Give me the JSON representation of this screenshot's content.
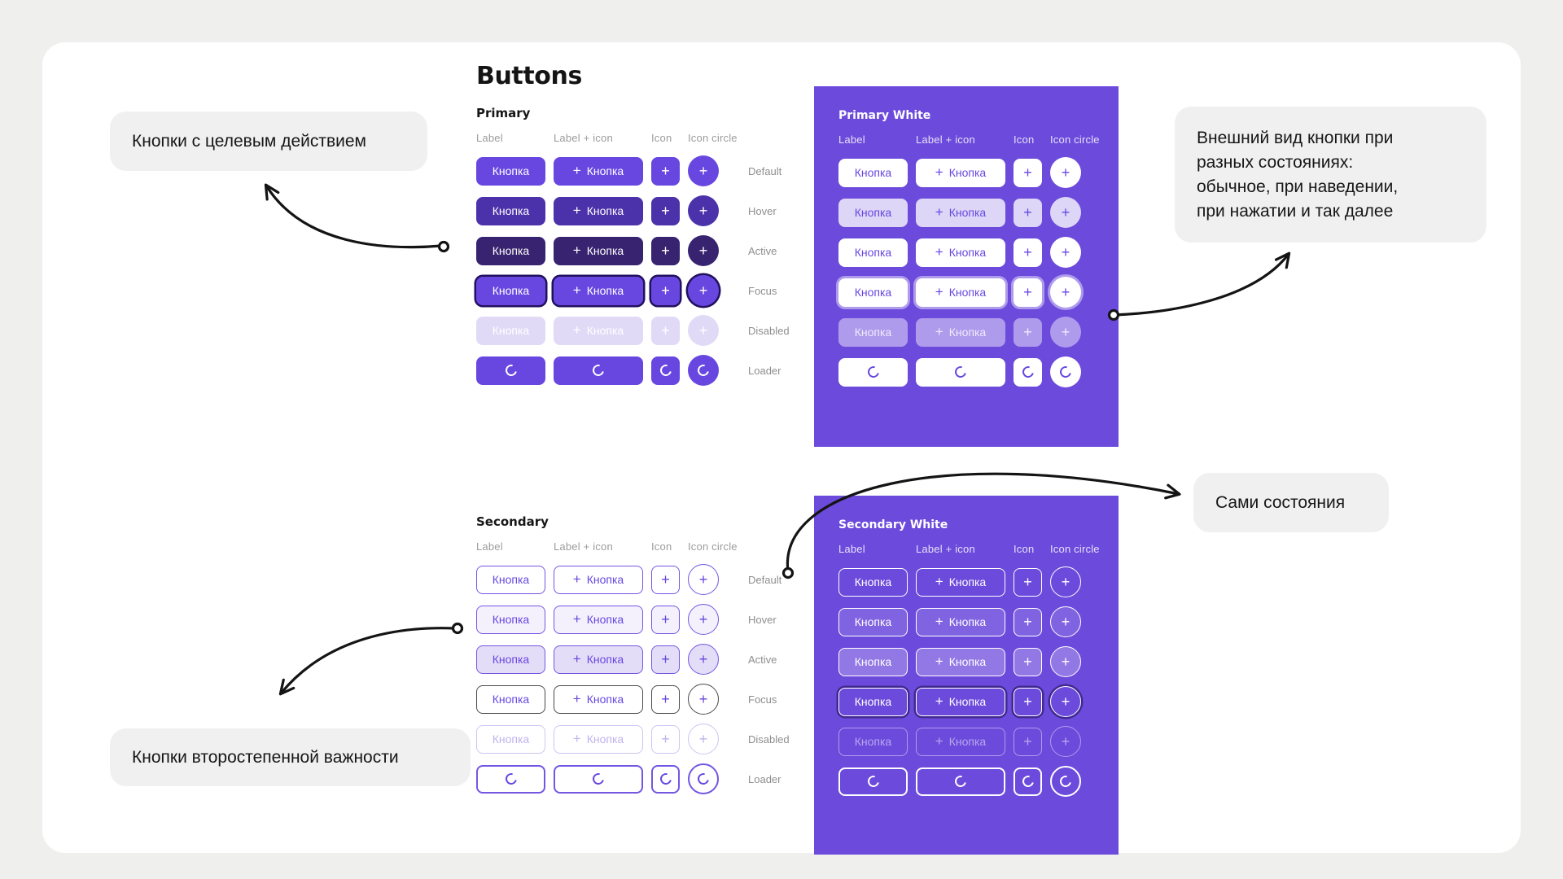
{
  "page": {
    "title": "Buttons"
  },
  "labels": {
    "button": "Кнопка",
    "plus_glyph": "+"
  },
  "columns": [
    "Label",
    "Label + icon",
    "Icon",
    "Icon circle"
  ],
  "states": [
    "Default",
    "Hover",
    "Active",
    "Focus",
    "Disabled",
    "Loader"
  ],
  "sections": {
    "primary": {
      "title": "Primary"
    },
    "primary_white": {
      "title": "Primary White"
    },
    "secondary": {
      "title": "Secondary"
    },
    "secondary_white": {
      "title": "Secondary White"
    }
  },
  "annotations": [
    {
      "id": "primary-note",
      "text": "Кнопки с целевым действием"
    },
    {
      "id": "states-note",
      "text": "Внешний вид кнопки при\nразных состояниях:\nобычное, при наведении,\nпри нажатии и так далее"
    },
    {
      "id": "states-label-note",
      "text": "Сами состояния"
    },
    {
      "id": "secondary-note",
      "text": "Кнопки второстепенной важности"
    }
  ],
  "colors": {
    "accent": "#6847E1",
    "accent_hover": "#4C32AA",
    "accent_active": "#37236F",
    "accent_disabled": "#E0DAF7",
    "focus_ring_dark": "#22115E",
    "panel_background": "#6C4ADC",
    "annotation_background": "#F1F0F0",
    "card_background": "#FFFFFF",
    "page_background": "#EFEFED",
    "text_dark": "#161616",
    "column_header_text": "#9C9C9C",
    "state_label_text": "#8E8E8E"
  }
}
